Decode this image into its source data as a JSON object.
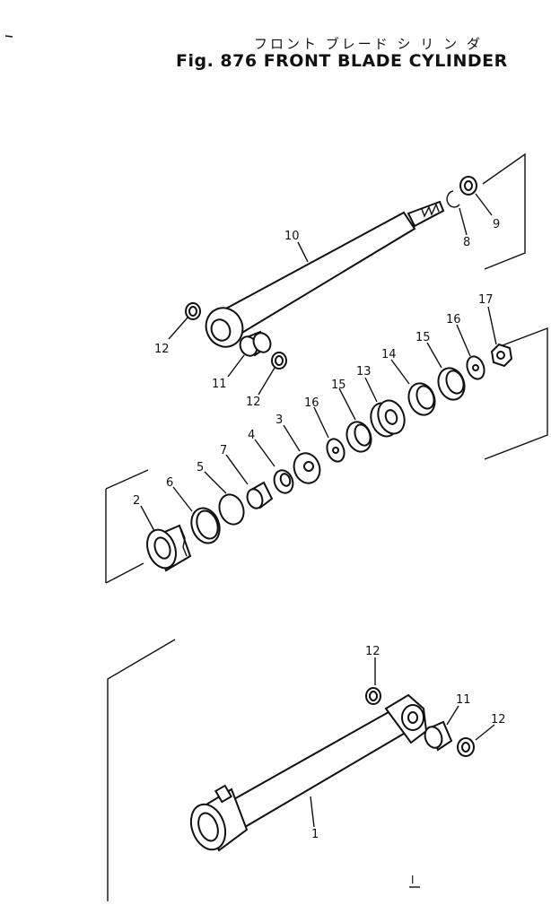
{
  "title_jp": "フロント ブレード シ リ ン ダ",
  "title_en": "Fig. 876 FRONT BLADE CYLINDER",
  "callouts": {
    "c10": "10",
    "c8": "8",
    "c9": "9",
    "c12a": "12",
    "c11a": "11",
    "c12b": "12",
    "c17": "17",
    "c16a": "16",
    "c15a": "15",
    "c14": "14",
    "c13": "13",
    "c15b": "15",
    "c16b": "16",
    "c3": "3",
    "c4": "4",
    "c7": "7",
    "c5": "5",
    "c6": "6",
    "c2": "2",
    "c12c": "12",
    "c11b": "11",
    "c12d": "12",
    "c1": "1"
  },
  "footer_mark": "I"
}
